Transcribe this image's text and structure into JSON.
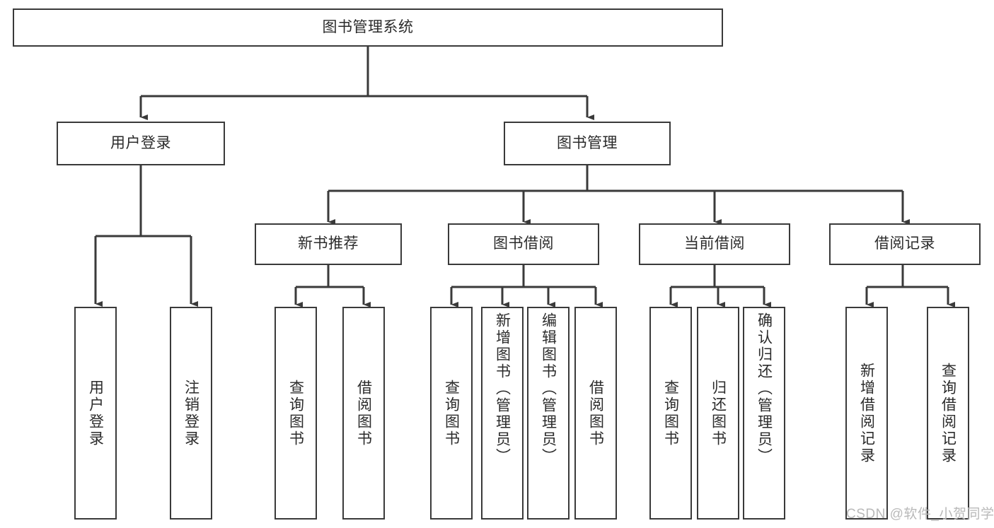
{
  "diagram": {
    "type": "tree-hierarchy",
    "title": "图书管理系统",
    "colors": {
      "background": "#ffffff",
      "box_border": "#3a3a3a",
      "box_fill": "#ffffff",
      "connector": "#3a3a3a",
      "text": "#2b2b2b",
      "watermark": "#b9b9b9"
    },
    "root": {
      "label": "图书管理系统"
    },
    "level2": [
      {
        "label": "用户登录"
      },
      {
        "label": "图书管理"
      }
    ],
    "level3": [
      {
        "label": "新书推荐"
      },
      {
        "label": "图书借阅"
      },
      {
        "label": "当前借阅"
      },
      {
        "label": "借阅记录"
      }
    ],
    "leaves": {
      "user_login": [
        {
          "label": "用户登录"
        },
        {
          "label": "注销登录"
        }
      ],
      "new_book_recommend": [
        {
          "label": "查询图书"
        },
        {
          "label": "借阅图书"
        }
      ],
      "book_borrow": [
        {
          "label": "查询图书"
        },
        {
          "label": "新增图书（管理员）"
        },
        {
          "label": "编辑图书（管理员）"
        },
        {
          "label": "借阅图书"
        }
      ],
      "current_borrow": [
        {
          "label": "查询图书"
        },
        {
          "label": "归还图书"
        },
        {
          "label": "确认归还（管理员）"
        }
      ],
      "borrow_record": [
        {
          "label": "新增借阅记录"
        },
        {
          "label": "查询借阅记录"
        }
      ]
    },
    "watermark": {
      "text": "CSDN @软件_小贺同学"
    }
  }
}
